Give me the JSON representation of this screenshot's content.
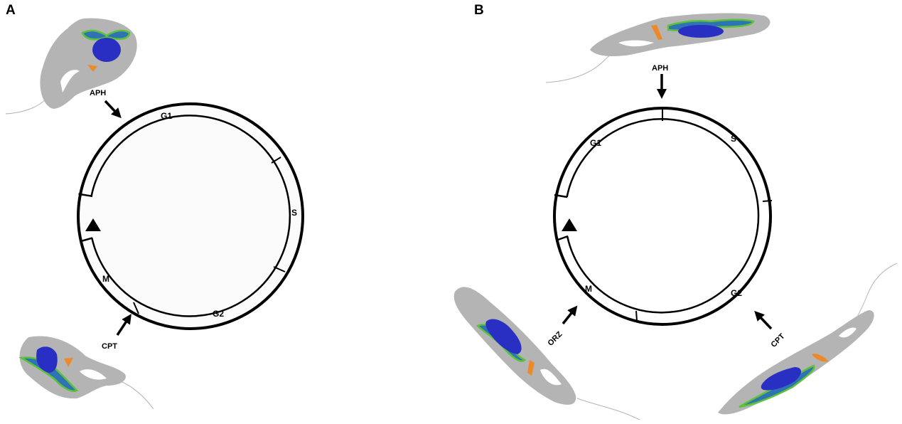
{
  "panels": {
    "a": {
      "letter": "A",
      "phases": {
        "g1": "G1",
        "s": "S",
        "g2": "G2",
        "m": "M"
      },
      "drugs": {
        "top": "APH",
        "bottom": "CPT"
      }
    },
    "b": {
      "letter": "B",
      "phases": {
        "g1": "G1",
        "s": "S",
        "g2": "G2",
        "m": "M"
      },
      "drugs": {
        "top": "APH",
        "bottom_left": "ORZ",
        "bottom_right": "CPT"
      }
    }
  },
  "colors": {
    "cell": "#b4b4b4",
    "nucleus": "#2a2fc4",
    "kinetoplast": "#ec8a2a",
    "mitochondrion_fill": "#2f73b5",
    "mitochondrion_outline": "#5bc23a"
  }
}
